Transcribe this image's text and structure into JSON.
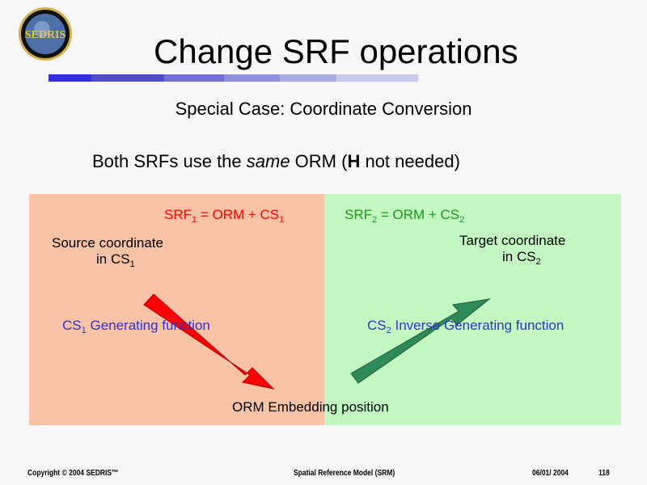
{
  "logo_text": "SEDRIS",
  "title": "Change SRF operations",
  "subtitle": "Special Case: Coordinate Conversion",
  "description": {
    "part1": "Both SRFs use the ",
    "emph": "same",
    "part2": " ORM  (",
    "bold": "H",
    "part3": " not needed)"
  },
  "left": {
    "srf": {
      "a": "SRF",
      "sub1": "1",
      "b": " = ORM + CS",
      "sub2": "1"
    },
    "source": {
      "line1": "Source coordinate",
      "line2": "in CS",
      "sub": "1"
    },
    "func": {
      "a": "CS",
      "sub": "1",
      "b": " Generating function"
    }
  },
  "right": {
    "srf": {
      "a": "SRF",
      "sub1": "2",
      "b": " = ORM + CS",
      "sub2": "2"
    },
    "target": {
      "line1": "Target coordinate",
      "line2": "in CS",
      "sub": "2"
    },
    "func": {
      "a": "CS",
      "sub": "2",
      "b": " Inverse Generating function"
    }
  },
  "embedding": "ORM Embedding position",
  "colors": {
    "srf1": "#ff0000",
    "srf2": "#1a9a1a",
    "func": "#3333cc",
    "red_arrow": "#ff0000",
    "green_arrow": "#2e8b57"
  },
  "footer": {
    "copyright": "Copyright © 2004 SEDRIS™",
    "center": "Spatial Reference Model (SRM)",
    "date": "06/01/ 2004",
    "page": "118"
  }
}
